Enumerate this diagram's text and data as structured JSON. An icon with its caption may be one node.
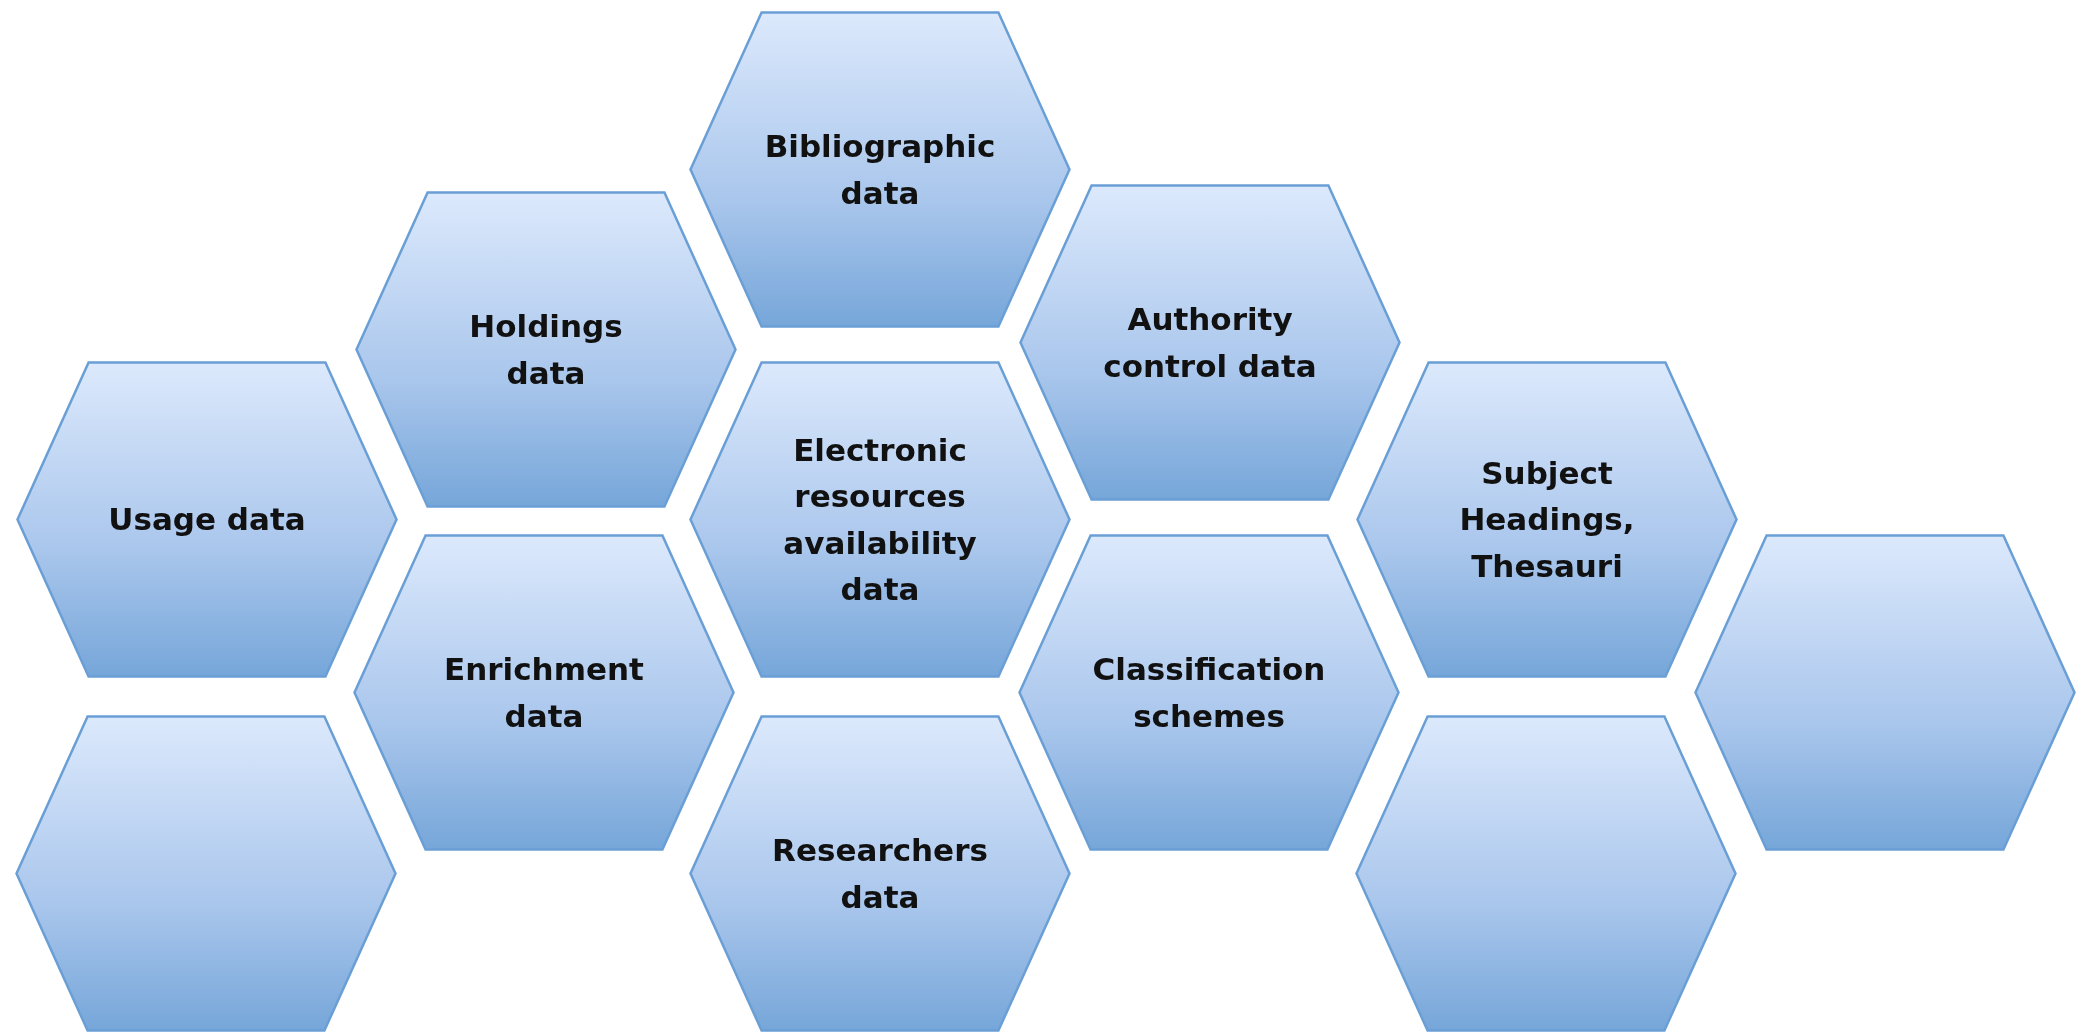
{
  "diagram": {
    "nodes": [
      {
        "text": [
          "Bibliographic data"
        ]
      },
      {
        "text": [
          "Holdings data"
        ]
      },
      {
        "text": [
          "Authority control data"
        ]
      },
      {
        "text": [
          "Usage data"
        ]
      },
      {
        "text": [
          "Electronic resources availability data"
        ]
      },
      {
        "text": [
          "Subject Headings, Thesauri"
        ]
      },
      {
        "text": [
          "Enrichment data"
        ]
      },
      {
        "text": [
          "Classification schemes"
        ]
      },
      {
        "text": [],
        "shape": "hexagon"
      },
      {
        "text": [],
        "shape": "hexagon"
      },
      {
        "text": [
          "Researchers data"
        ]
      },
      {
        "text": [],
        "shape": "hexagon"
      }
    ]
  }
}
